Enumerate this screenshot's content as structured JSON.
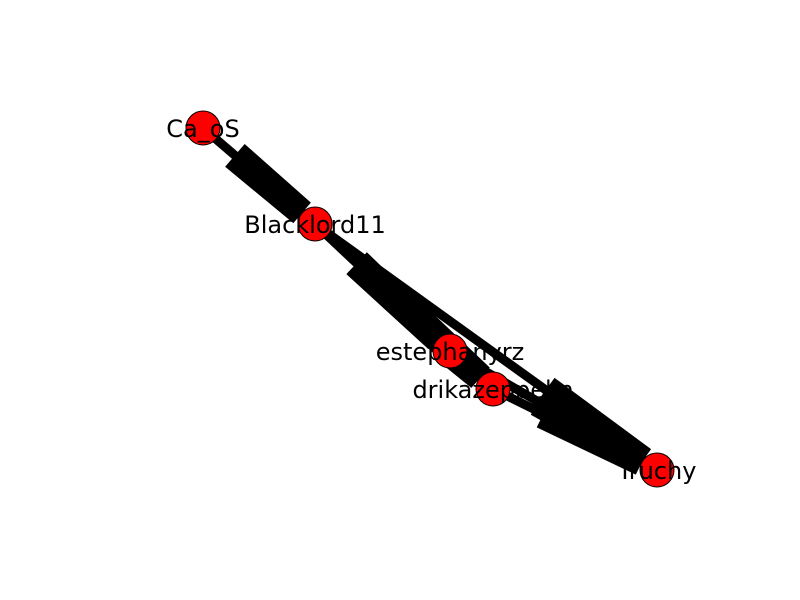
{
  "graph": {
    "node_color": "#ff0000",
    "node_outline_color": "#000000",
    "edge_color": "#000000",
    "arrow_style": "thick-arrow",
    "nodes": [
      {
        "id": "calos",
        "label": "Ca_oS"
      },
      {
        "id": "blacklord",
        "label": "Blacklord11"
      },
      {
        "id": "estephany",
        "label": "estephanyrz"
      },
      {
        "id": "drika",
        "label": "drikazeppelin"
      },
      {
        "id": "truchy",
        "label": "Truchy"
      }
    ],
    "edges": [
      {
        "source": "calos",
        "target": "blacklord"
      },
      {
        "source": "blacklord",
        "target": "estephany"
      },
      {
        "source": "blacklord",
        "target": "drika"
      },
      {
        "source": "blacklord",
        "target": "truchy"
      },
      {
        "source": "estephany",
        "target": "drika"
      },
      {
        "source": "estephany",
        "target": "truchy"
      },
      {
        "source": "drika",
        "target": "truchy"
      }
    ]
  }
}
